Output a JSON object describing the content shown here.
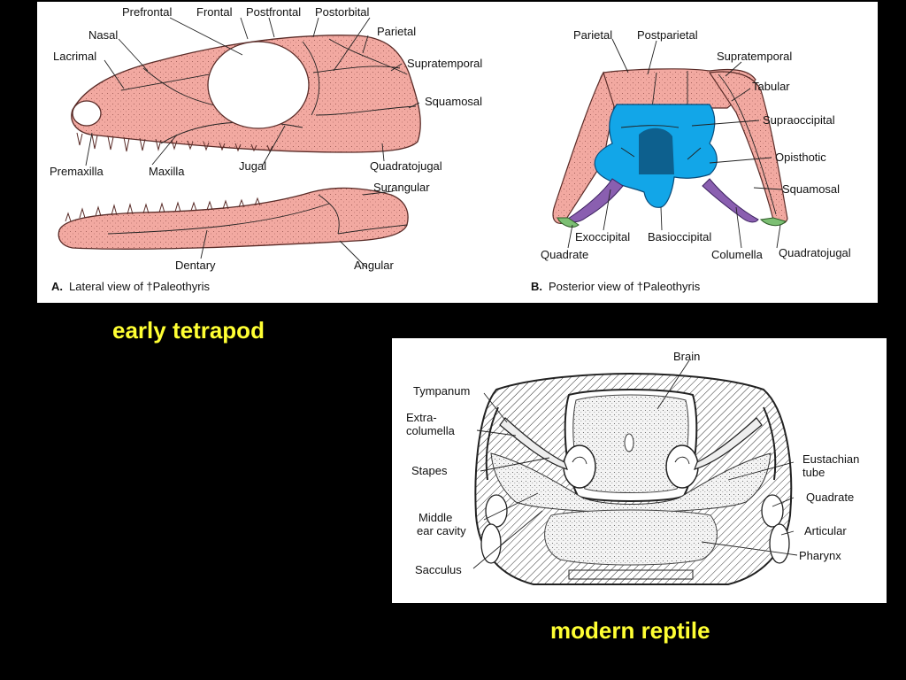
{
  "panel_a": {
    "labels": {
      "prefrontal": "Prefrontal",
      "frontal": "Frontal",
      "postfrontal": "Postfrontal",
      "postorbital": "Postorbital",
      "parietal": "Parietal",
      "nasal": "Nasal",
      "lacrimal": "Lacrimal",
      "supratemporal": "Supratemporal",
      "squamosal": "Squamosal",
      "premaxilla": "Premaxilla",
      "maxilla": "Maxilla",
      "jugal": "Jugal",
      "quadratojugal": "Quadratojugal",
      "surangular": "Surangular",
      "dentary": "Dentary",
      "angular": "Angular"
    },
    "caption_letter": "A.",
    "caption_text": "Lateral view of †Paleothyris"
  },
  "panel_b": {
    "labels": {
      "parietal": "Parietal",
      "postparietal": "Postparietal",
      "supratemporal": "Supratemporal",
      "tabular": "Tabular",
      "supraoccipital": "Supraoccipital",
      "opisthotic": "Opisthotic",
      "squamosal": "Squamosal",
      "exoccipital": "Exoccipital",
      "basioccipital": "Basioccipital",
      "quadrate": "Quadrate",
      "columella": "Columella",
      "quadratojugal": "Quadratojugal"
    },
    "caption_letter": "B.",
    "caption_text": "Posterior view of †Paleothyris"
  },
  "ear_diagram": {
    "labels": {
      "brain": "Brain",
      "tympanum": "Tympanum",
      "extra_line1": "Extra-",
      "extra_line2": "columella",
      "stapes": "Stapes",
      "eustachian_line1": "Eustachian",
      "eustachian_line2": "tube",
      "quadrate": "Quadrate",
      "middle_line1": "Middle",
      "middle_line2": "ear cavity",
      "articular": "Articular",
      "pharynx": "Pharynx",
      "sacculus": "Sacculus"
    }
  },
  "captions": {
    "early": "early tetrapod",
    "modern": "modern reptile"
  },
  "colors": {
    "bone_pink": "#f2a9a1",
    "bone_outline": "#5a2c28",
    "occipital_blue": "#12a6e8",
    "columella_purple": "#8a5fb0",
    "quadratojugal_green": "#7cbf73",
    "caption_yellow": "#ffff33",
    "background": "#000000"
  }
}
